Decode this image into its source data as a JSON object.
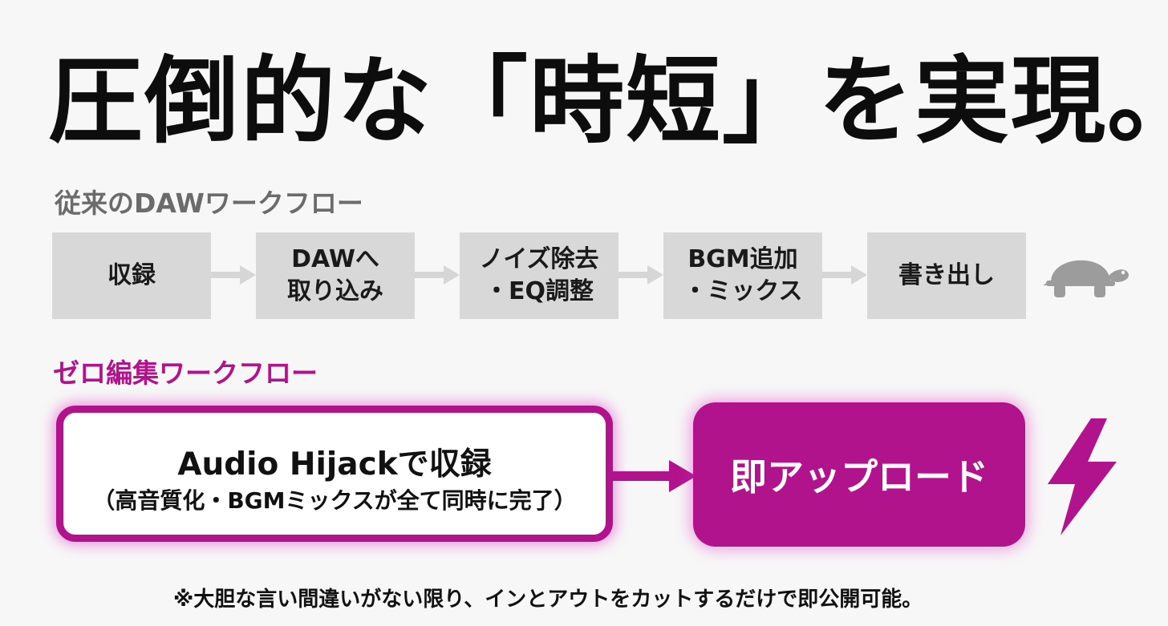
{
  "headline": "圧倒的な「時短」を実現。",
  "traditional": {
    "label": "従来のDAWワークフロー",
    "steps": [
      {
        "lines": [
          "収録"
        ]
      },
      {
        "lines": [
          "DAWへ",
          "取り込み"
        ]
      },
      {
        "lines": [
          "ノイズ除去",
          "・EQ調整"
        ]
      },
      {
        "lines": [
          "BGM追加",
          "・ミックス"
        ]
      },
      {
        "lines": [
          "書き出し"
        ]
      }
    ],
    "icon": "turtle-icon"
  },
  "zero_edit": {
    "label": "ゼロ編集ワークフロー",
    "box1_main": "Audio Hijackで収録",
    "box1_sub": "（高音質化・BGMミックスが全て同時に完了）",
    "box2": "即アップロード",
    "icon": "lightning-bolt-icon"
  },
  "footnote": "※大胆な言い間違いがない限り、インとアウトをカットするだけで即公開可能。",
  "colors": {
    "accent": "#b0138b",
    "step_gray": "#d8d8d8",
    "label_gray": "#6b6b6b",
    "arrow_gray": "#d6d6d6"
  }
}
